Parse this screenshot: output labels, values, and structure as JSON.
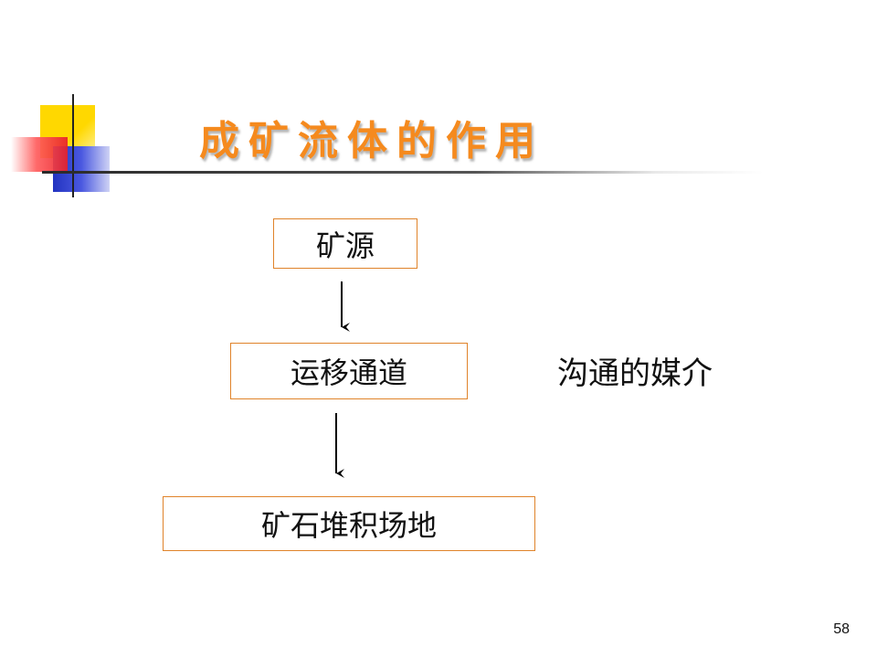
{
  "slide": {
    "title": "成矿流体的作用",
    "page_number": "58"
  },
  "flow": {
    "nodes": [
      {
        "id": "source",
        "label": "矿源"
      },
      {
        "id": "channel",
        "label": "运移通道"
      },
      {
        "id": "deposit",
        "label": "矿石堆积场地"
      }
    ],
    "edges": [
      {
        "from": "source",
        "to": "channel"
      },
      {
        "from": "channel",
        "to": "deposit"
      }
    ],
    "side_note": "沟通的媒介"
  },
  "colors": {
    "title": "#f58a1e",
    "node_border": "#e0832a",
    "text": "#111111",
    "logo_yellow": "#ffd800",
    "logo_red": "#e8212a",
    "logo_blue": "#2233c0"
  }
}
